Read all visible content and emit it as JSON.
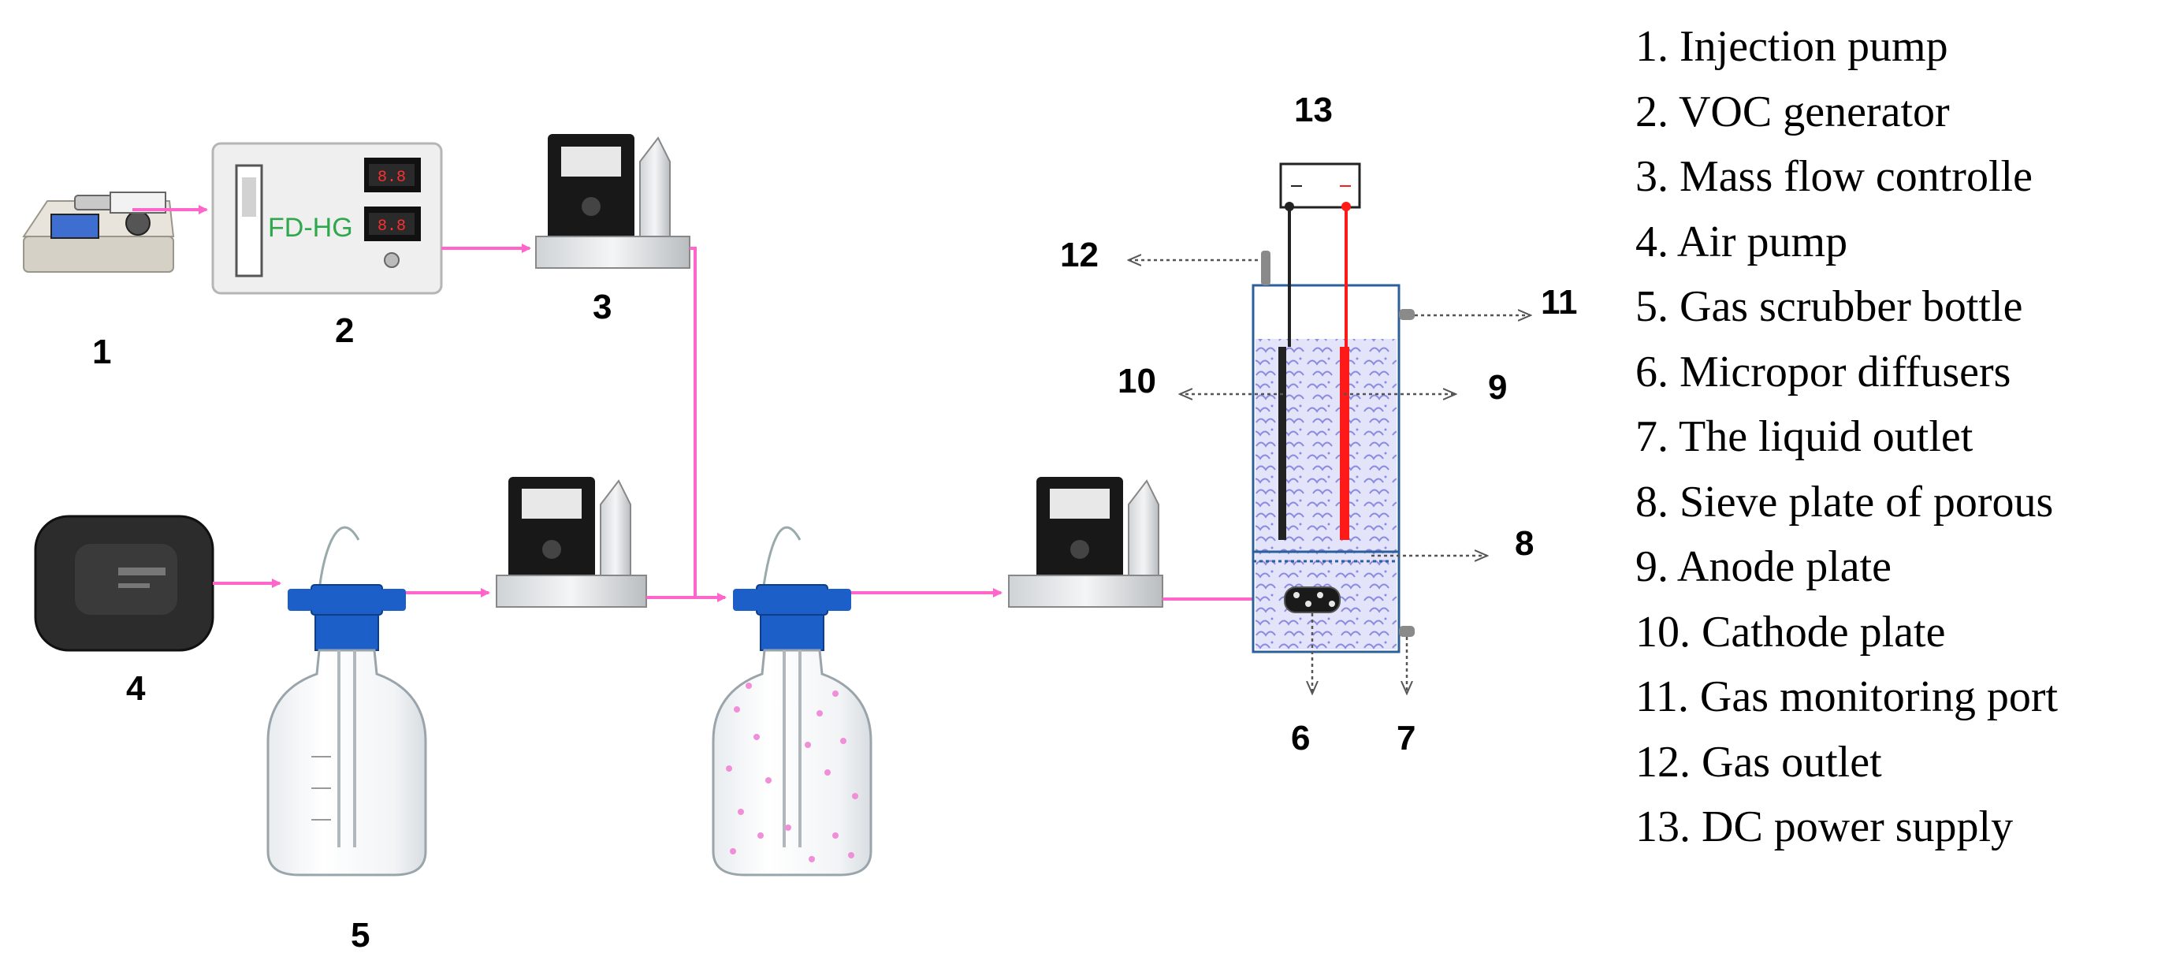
{
  "diagram": {
    "device_labels": {
      "generator_panel": "FD-HG"
    },
    "callout_numbers": [
      "1",
      "2",
      "3",
      "4",
      "5",
      "6",
      "7",
      "8",
      "9",
      "10",
      "11",
      "12",
      "13"
    ],
    "legend": [
      "1. Injection pump",
      "2. VOC generator",
      "3.  Mass flow controlle",
      "4. Air pump",
      "5. Gas scrubber bottle",
      "6. Micropor diffusers",
      "7. The liquid outlet",
      "8. Sieve plate of  porous",
      "9. Anode plate",
      "10. Cathode plate",
      "11. Gas monitoring port",
      "12. Gas outlet",
      "13. DC power supply"
    ],
    "colors": {
      "gas_line": "#ff66cc",
      "anode": "#ff1a1a",
      "cathode": "#222222",
      "liquid": "#b8b8f0",
      "bottle_cap": "#1c5fc9",
      "arrow_dotted": "#555555"
    }
  }
}
